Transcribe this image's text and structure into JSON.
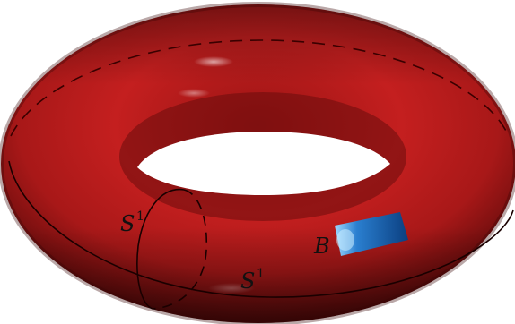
{
  "colors": {
    "torus_base": "#b21a1a",
    "torus_light": "#e03030",
    "torus_dark": "#4a0808",
    "curve_stroke": "#1a0000",
    "patch_fill": "#0e4f96",
    "patch_highlight": "#9fd8ff",
    "background": "#ffffff"
  },
  "labels": {
    "meridian_base": "S",
    "meridian_exp": "1",
    "longitude_base": "S",
    "longitude_exp": "1",
    "patch": "B"
  }
}
